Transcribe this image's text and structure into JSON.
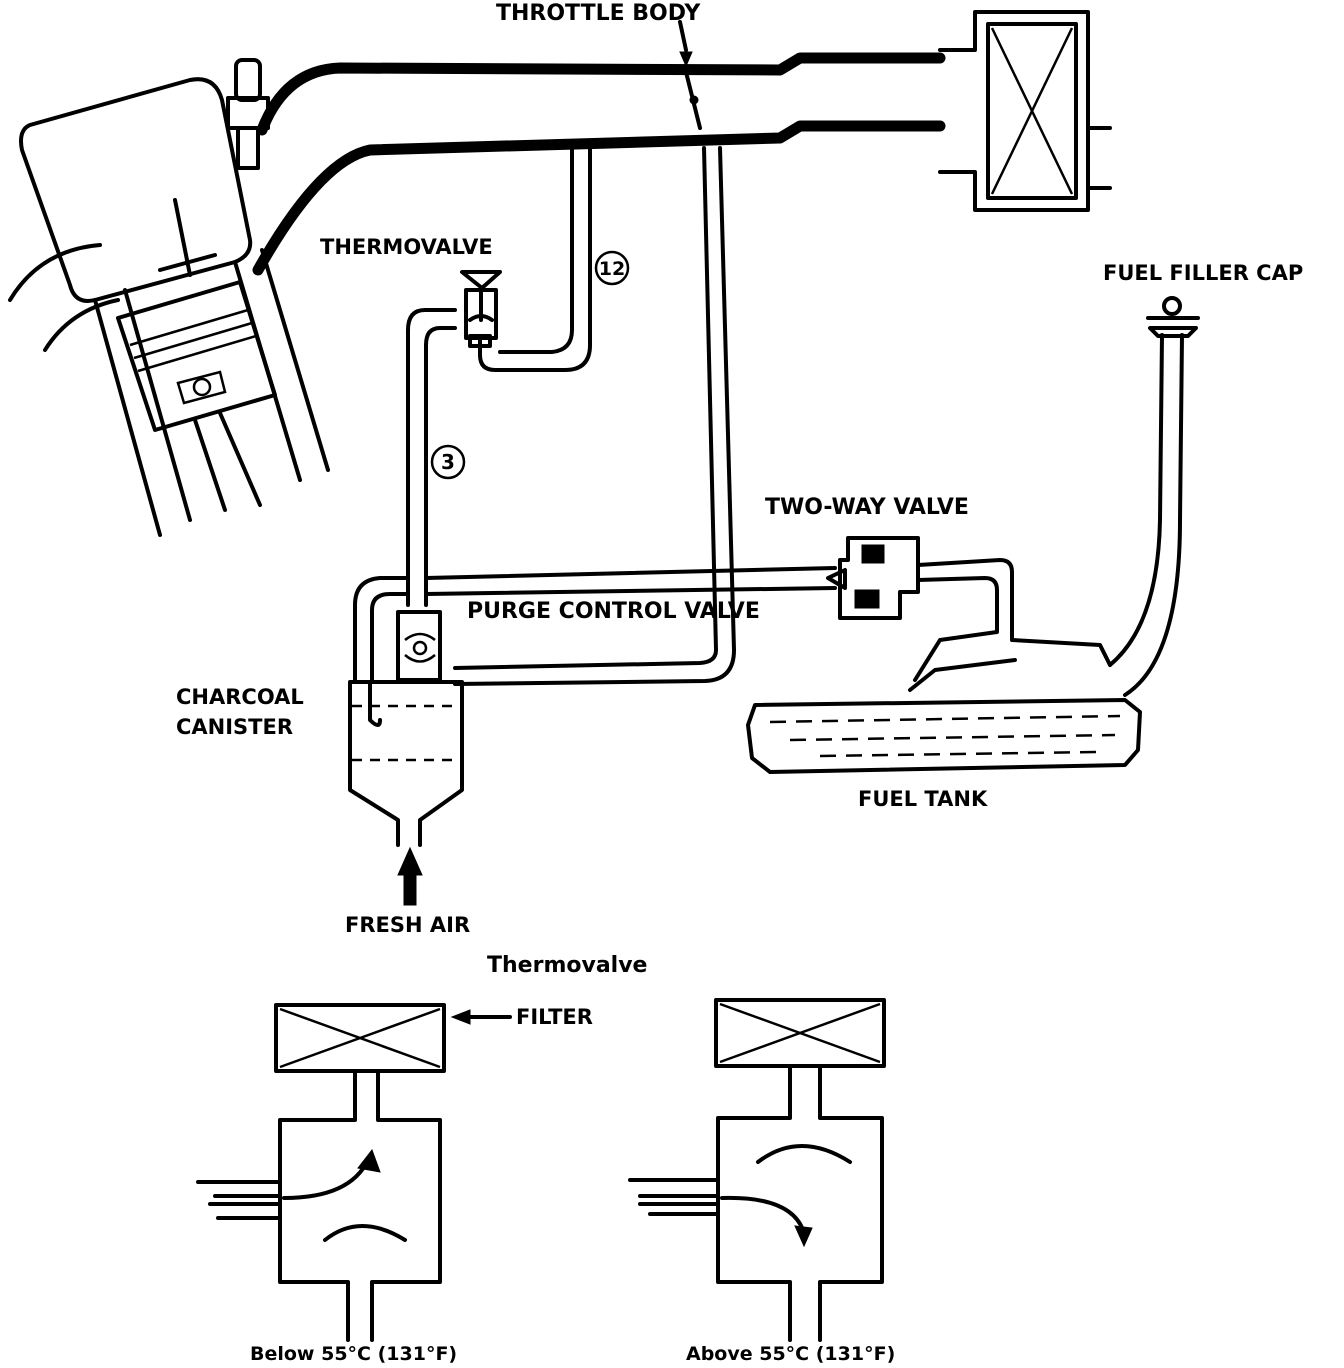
{
  "labels": {
    "throttle_body": "THROTTLE BODY",
    "thermovalve": "THERMOVALVE",
    "hose_12": "12",
    "hose_3": "3",
    "fuel_filler_cap": "FUEL FILLER CAP",
    "two_way_valve": "TWO-WAY VALVE",
    "purge_control_valve": "PURGE CONTROL VALVE",
    "charcoal_canister_line1": "CHARCOAL",
    "charcoal_canister_line2": "CANISTER",
    "fuel_tank": "FUEL TANK",
    "fresh_air": "FRESH AIR"
  },
  "inset": {
    "title": "Thermovalve",
    "filter_label": "FILTER",
    "left_caption": "Below 55°C (131°F)",
    "right_caption": "Above 55°C (131°F)"
  }
}
